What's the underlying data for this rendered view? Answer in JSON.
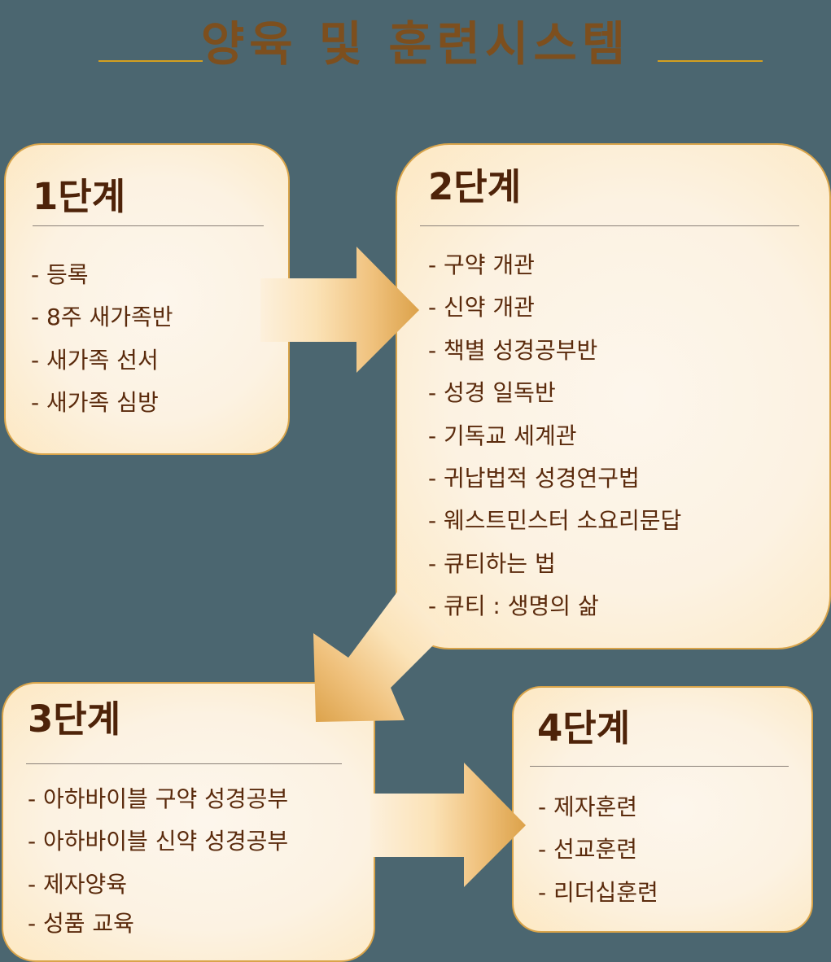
{
  "title": "양육 및 훈련시스템",
  "colors": {
    "background": "#4b6670",
    "title": "#7d4f1e",
    "title_line": "#d4a020",
    "box_border": "#d9a44a",
    "heading": "#4e2309",
    "text": "#5a2a0c"
  },
  "stages": [
    {
      "heading": "1단계",
      "items": [
        "- 등록",
        "- 8주 새가족반",
        "- 새가족 선서",
        "- 새가족 심방"
      ]
    },
    {
      "heading": "2단계",
      "items": [
        "- 구약 개관",
        "- 신약 개관",
        "- 책별 성경공부반",
        "- 성경 일독반",
        "- 기독교 세계관",
        "- 귀납법적 성경연구법",
        "- 웨스트민스터 소요리문답",
        "- 큐티하는 법",
        "- 큐티 : 생명의 삶"
      ]
    },
    {
      "heading": "3단계",
      "items": [
        "- 아하바이블 구약 성경공부",
        "- 아하바이블 신약 성경공부",
        "- 제자양육",
        "- 성품 교육"
      ]
    },
    {
      "heading": "4단계",
      "items": [
        "- 제자훈련",
        "- 선교훈련",
        "- 리더십훈련"
      ]
    }
  ],
  "arrows": [
    {
      "from": "1단계",
      "to": "2단계",
      "direction": "right"
    },
    {
      "from": "2단계",
      "to": "3단계",
      "direction": "down-left"
    },
    {
      "from": "3단계",
      "to": "4단계",
      "direction": "right"
    }
  ]
}
